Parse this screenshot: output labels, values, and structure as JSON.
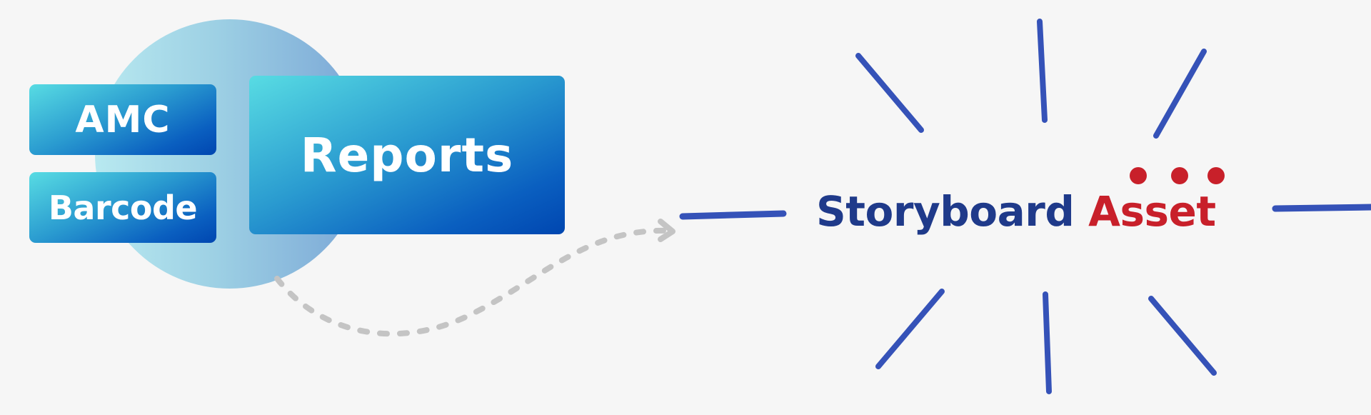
{
  "boxes": {
    "amc": "AMC",
    "barcode": "Barcode",
    "reports": "Reports"
  },
  "title": {
    "word1": "Storyboard",
    "word2": "Asset"
  },
  "colors": {
    "title_primary": "#1f3a8a",
    "title_accent": "#c8202a",
    "burst_lines": "#3552b8",
    "dashed_arrow": "#c4c4c4"
  },
  "icons": {
    "arrow": "dashed-curved-arrow",
    "dots": "three-dots",
    "burst": "burst-lines"
  }
}
